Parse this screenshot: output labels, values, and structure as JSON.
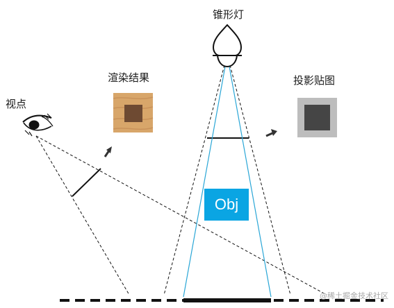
{
  "labels": {
    "spotlight": "锥形灯",
    "render_result": "渲染结果",
    "viewpoint": "视点",
    "projective_texture": "投影贴图",
    "object": "Obj"
  },
  "watermark": "@稀土掘金技术社区",
  "colors": {
    "line": "#111111",
    "light_cone": "#29a6d6",
    "object_fill": "#0aa5e3",
    "wood_light": "#d8a66a",
    "wood_dark": "#6e4a32",
    "shadow_map_outer": "#bdbdbd",
    "shadow_map_inner": "#454545"
  }
}
